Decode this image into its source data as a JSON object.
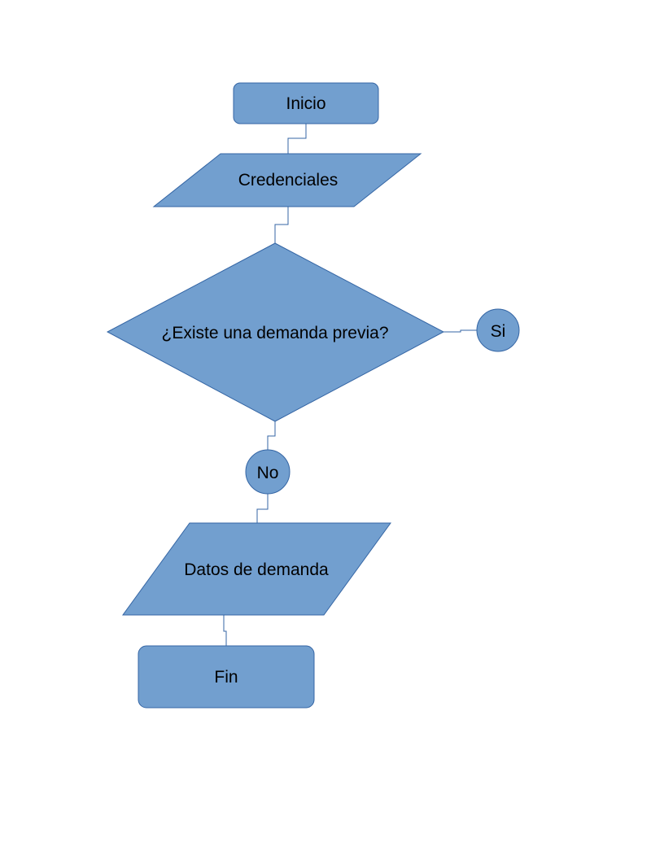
{
  "colors": {
    "shape_fill": "#729fcf",
    "shape_stroke": "#3465a4",
    "text": "#000000",
    "background": "#ffffff"
  },
  "flowchart": {
    "start_label": "Inicio",
    "input1_label": "Credenciales",
    "decision_label": "¿Existe una demanda previa?",
    "yes_label": "Si",
    "no_label": "No",
    "input2_label": "Datos de demanda",
    "end_label": "Fin"
  }
}
